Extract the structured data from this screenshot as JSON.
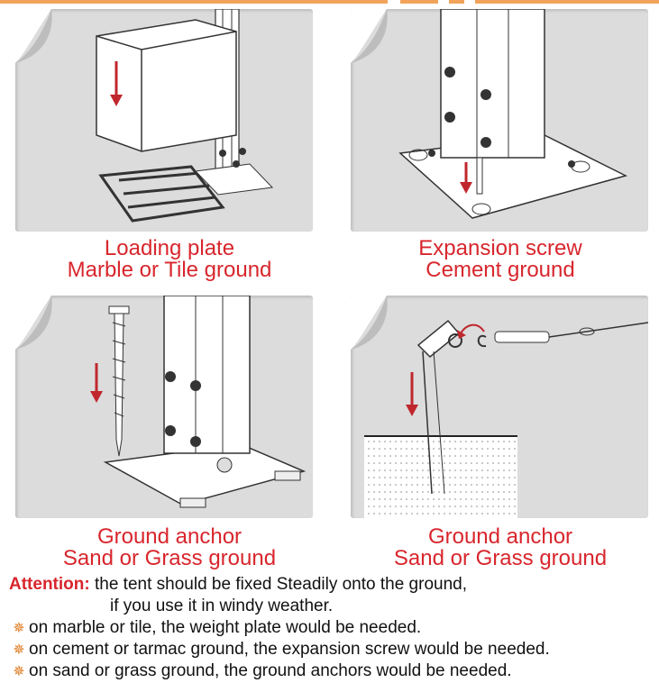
{
  "panels": [
    {
      "caption_line1": "Loading plate",
      "caption_line2": "Marble or Tile ground"
    },
    {
      "caption_line1": "Expansion screw",
      "caption_line2": "Cement  ground"
    },
    {
      "caption_line1": "Ground anchor",
      "caption_line2": "Sand or Grass ground"
    },
    {
      "caption_line1": "Ground anchor",
      "caption_line2": "Sand or Grass ground"
    }
  ],
  "attention": {
    "label": "Attention:",
    "line1": " the tent should be fixed Steadily onto the ground,",
    "line2": "if you use it in windy weather."
  },
  "bullets": [
    "on marble or tile, the weight plate would be needed.",
    "on cement or tarmac ground, the expansion screw would be needed.",
    "on sand or grass ground, the ground anchors would be needed."
  ],
  "colors": {
    "accent_red": "#d8262d",
    "bullet_orange": "#e07b1f",
    "panel_gray": "#dcdcdc"
  },
  "icons": {
    "bullet": "star-bullet-icon"
  }
}
